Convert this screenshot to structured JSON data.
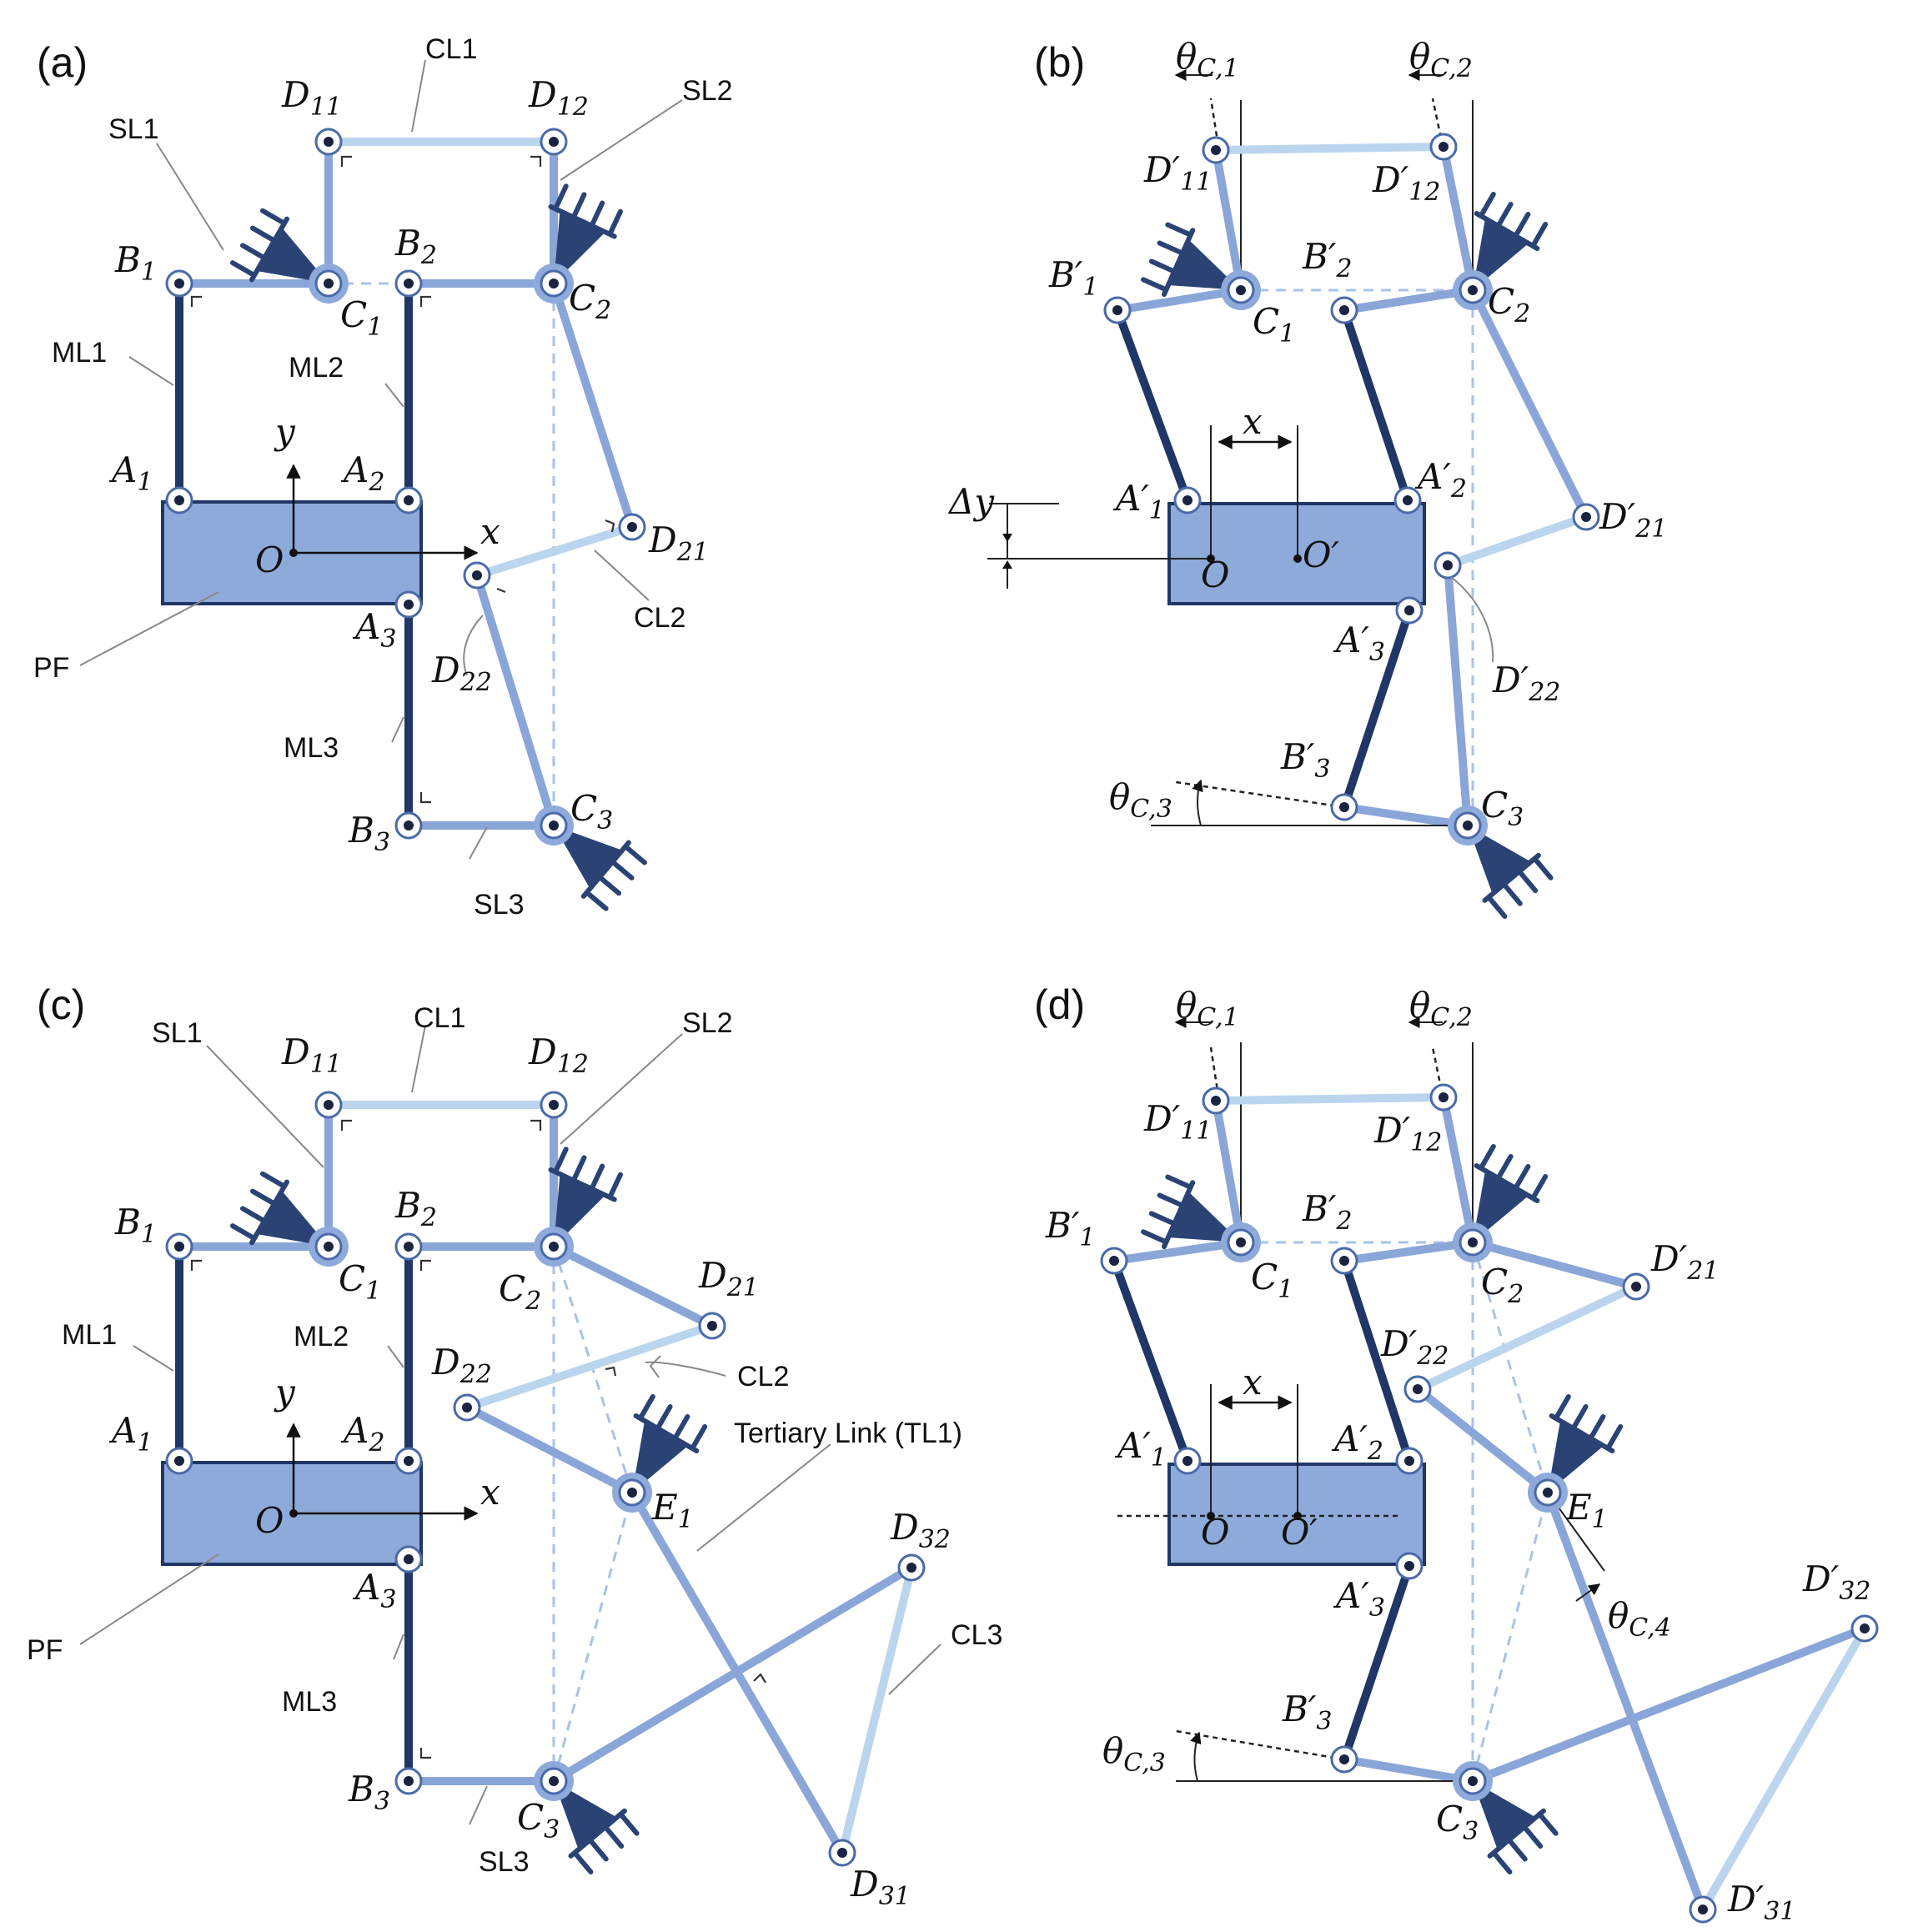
{
  "panels": {
    "a": {
      "tag": "(a)",
      "link_names": {
        "sl1": "SL1",
        "cl1": "CL1",
        "sl2": "SL2",
        "ml1": "ML1",
        "ml2": "ML2",
        "cl2": "CL2",
        "pf": "PF",
        "ml3": "ML3",
        "sl3": "SL3"
      },
      "points": {
        "D11": [
          "D",
          "11"
        ],
        "D12": [
          "D",
          "12"
        ],
        "B1": [
          "B",
          "1"
        ],
        "B2": [
          "B",
          "2"
        ],
        "C1": [
          "C",
          "1"
        ],
        "C2": [
          "C",
          "2"
        ],
        "A1": [
          "A",
          "1"
        ],
        "A2": [
          "A",
          "2"
        ],
        "A3": [
          "A",
          "3"
        ],
        "D21": [
          "D",
          "21"
        ],
        "D22": [
          "D",
          "22"
        ],
        "B3": [
          "B",
          "3"
        ],
        "C3": [
          "C",
          "3"
        ]
      },
      "axes": {
        "x": "x",
        "y": "y",
        "origin": "O"
      }
    },
    "b": {
      "tag": "(b)",
      "angles": {
        "tc1": [
          "θ",
          "C,1"
        ],
        "tc2": [
          "θ",
          "C,2"
        ],
        "tc3": [
          "θ",
          "C,3"
        ]
      },
      "points": {
        "D11": [
          "D′",
          "11"
        ],
        "D12": [
          "D′",
          "12"
        ],
        "B1": [
          "B′",
          "1"
        ],
        "B2": [
          "B′",
          "2"
        ],
        "C1": [
          "C",
          "1"
        ],
        "C2": [
          "C",
          "2"
        ],
        "A1": [
          "A′",
          "1"
        ],
        "A2": [
          "A′",
          "2"
        ],
        "A3": [
          "A′",
          "3"
        ],
        "D21": [
          "D′",
          "21"
        ],
        "D22": [
          "D′",
          "22"
        ],
        "B3": [
          "B′",
          "3"
        ],
        "C3": [
          "C",
          "3"
        ]
      },
      "dims": {
        "x": "x",
        "dy": "Δy",
        "origin": "O",
        "origin_moved": "O′"
      }
    },
    "c": {
      "tag": "(c)",
      "link_names": {
        "sl1": "SL1",
        "cl1": "CL1",
        "sl2": "SL2",
        "ml1": "ML1",
        "ml2": "ML2",
        "cl2": "CL2",
        "tl1": "Tertiary Link (TL1)",
        "pf": "PF",
        "ml3": "ML3",
        "sl3": "SL3",
        "cl3": "CL3"
      },
      "points": {
        "D11": [
          "D",
          "11"
        ],
        "D12": [
          "D",
          "12"
        ],
        "B1": [
          "B",
          "1"
        ],
        "B2": [
          "B",
          "2"
        ],
        "C1": [
          "C",
          "1"
        ],
        "C2": [
          "C",
          "2"
        ],
        "D21": [
          "D",
          "21"
        ],
        "D22": [
          "D",
          "22"
        ],
        "A1": [
          "A",
          "1"
        ],
        "A2": [
          "A",
          "2"
        ],
        "A3": [
          "A",
          "3"
        ],
        "E1": [
          "E",
          "1"
        ],
        "D32": [
          "D",
          "32"
        ],
        "B3": [
          "B",
          "3"
        ],
        "C3": [
          "C",
          "3"
        ],
        "D31": [
          "D",
          "31"
        ]
      },
      "axes": {
        "x": "x",
        "y": "y",
        "origin": "O"
      }
    },
    "d": {
      "tag": "(d)",
      "angles": {
        "tc1": [
          "θ",
          "C,1"
        ],
        "tc2": [
          "θ",
          "C,2"
        ],
        "tc3": [
          "θ",
          "C,3"
        ],
        "tc4": [
          "θ",
          "C,4"
        ]
      },
      "points": {
        "D11": [
          "D′",
          "11"
        ],
        "D12": [
          "D′",
          "12"
        ],
        "B1": [
          "B′",
          "1"
        ],
        "B2": [
          "B′",
          "2"
        ],
        "C1": [
          "C",
          "1"
        ],
        "C2": [
          "C",
          "2"
        ],
        "D21": [
          "D′",
          "21"
        ],
        "D22": [
          "D′",
          "22"
        ],
        "A1": [
          "A′",
          "1"
        ],
        "A2": [
          "A′",
          "2"
        ],
        "A3": [
          "A′",
          "3"
        ],
        "E1": [
          "E",
          "1"
        ],
        "D32": [
          "D′",
          "32"
        ],
        "B3": [
          "B′",
          "3"
        ],
        "C3": [
          "C",
          "3"
        ],
        "D31": [
          "D′",
          "31"
        ]
      },
      "dims": {
        "x": "x",
        "origin": "O",
        "origin_moved": "O′"
      }
    }
  }
}
